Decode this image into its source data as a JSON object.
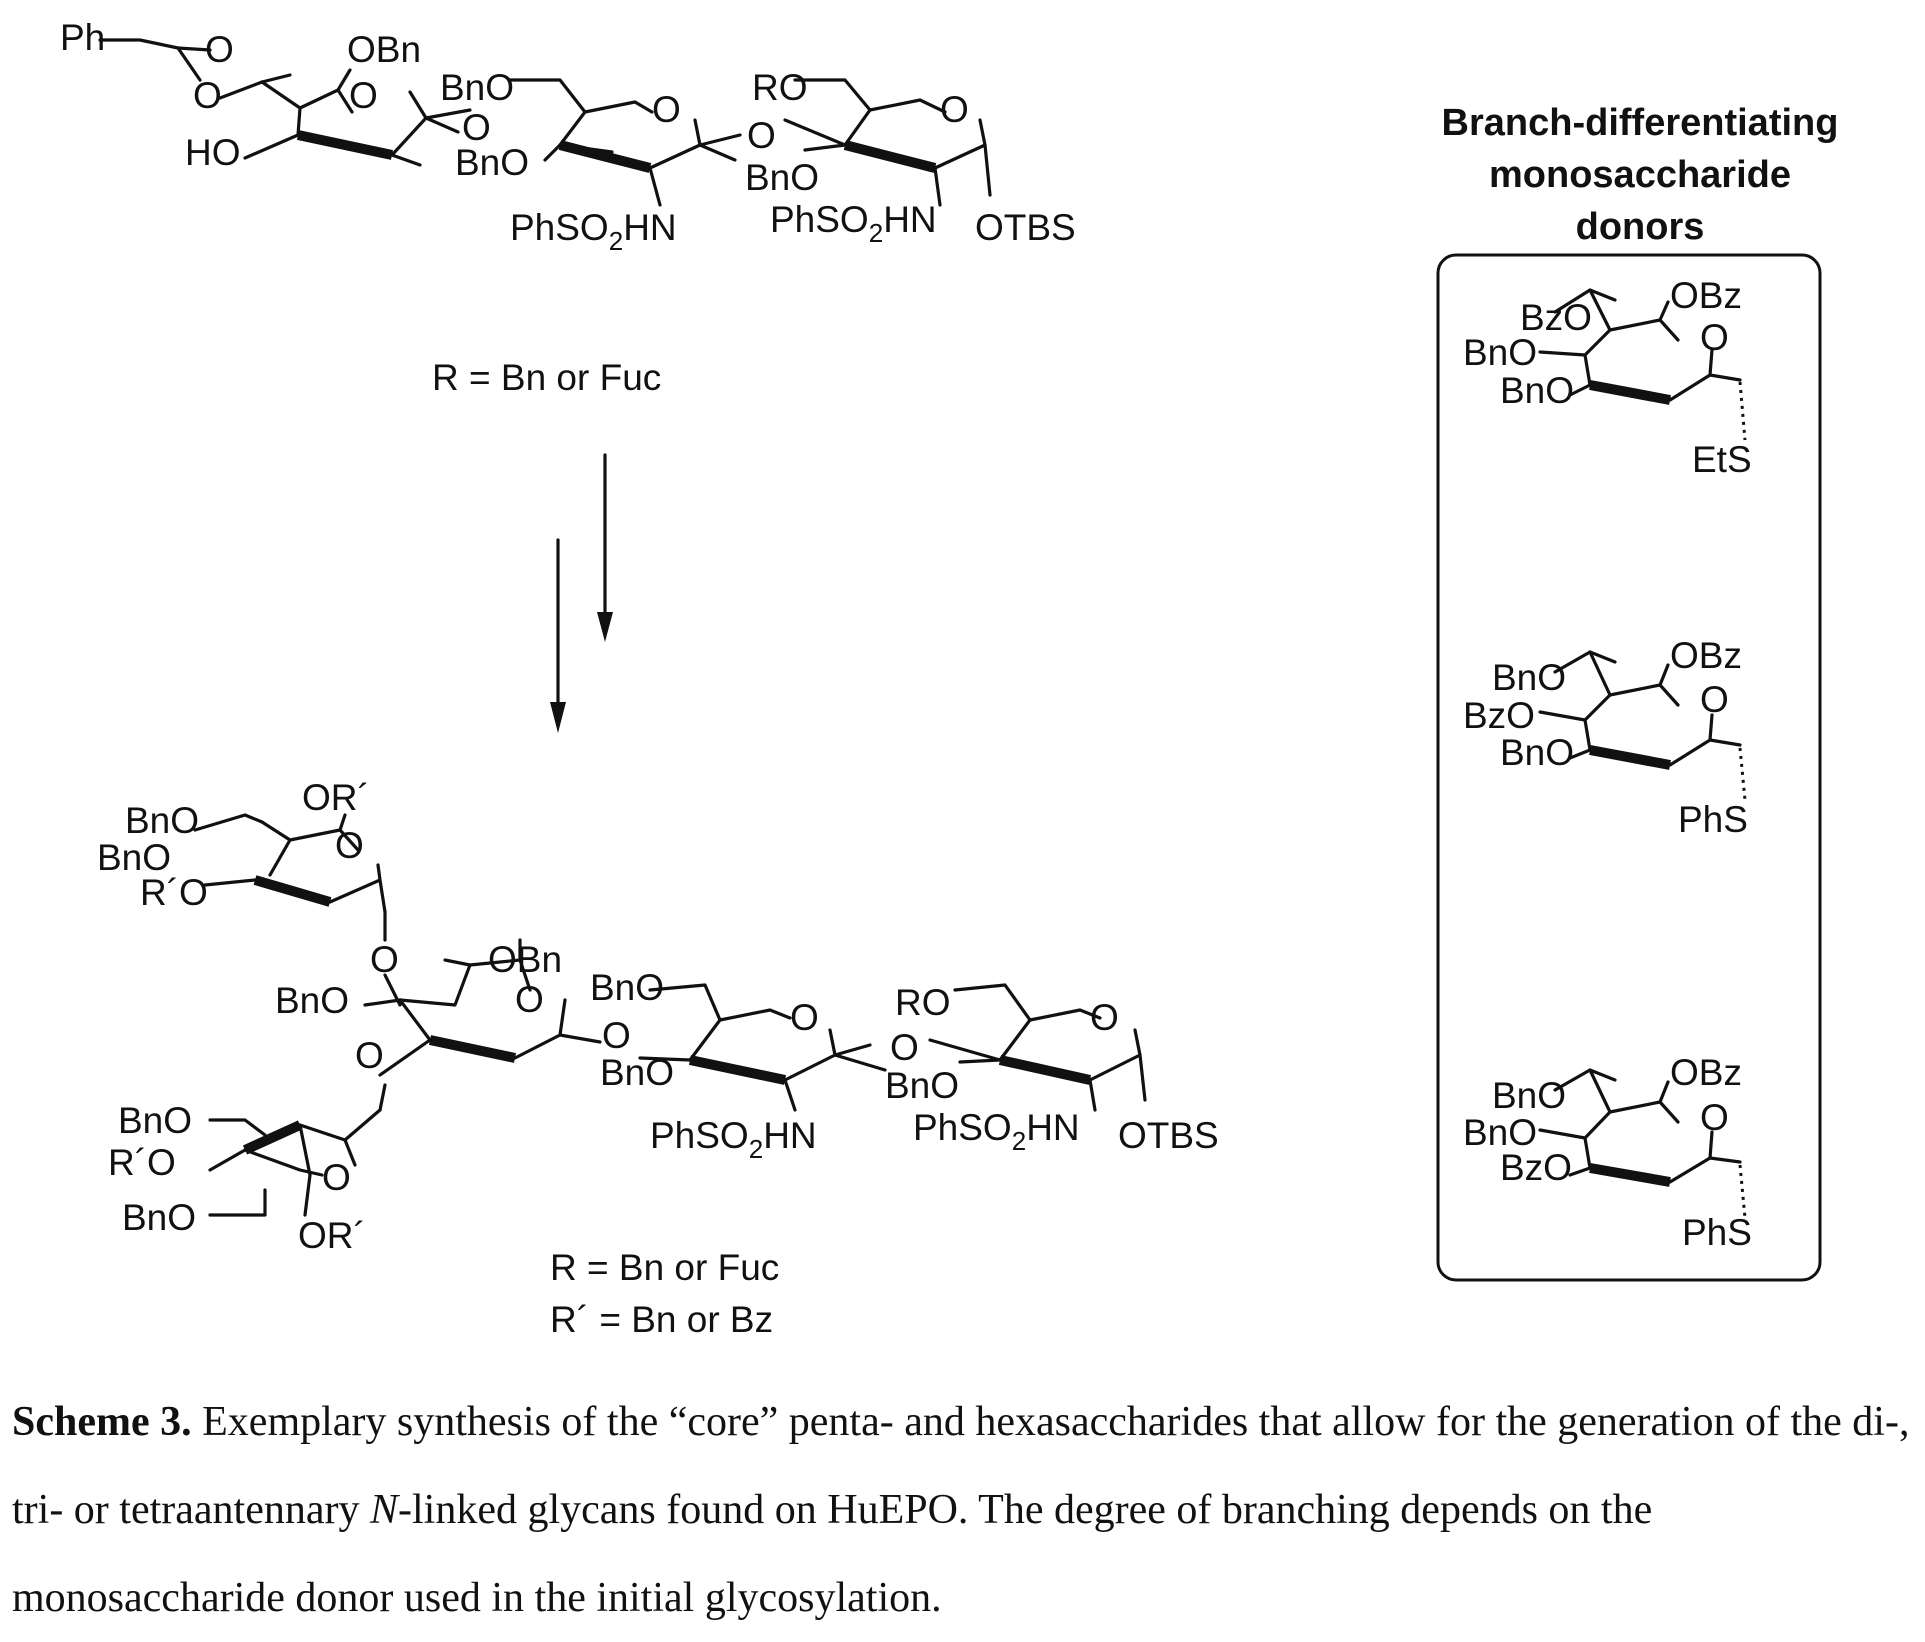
{
  "top_structure": {
    "labels": {
      "ph": "Ph",
      "o_acetal1": "O",
      "o_acetal2": "O",
      "obn_c2": "OBn",
      "o_ring1": "O",
      "ho": "HO",
      "bno_6": "BnO",
      "o_link1": "O",
      "o_ring2": "O",
      "bno_3": "BnO",
      "phso2hn_a": "PhSO",
      "phso2hn_a_tail": "HN",
      "ro": "RO",
      "o_link2": "O",
      "o_ring3": "O",
      "bno_3b": "BnO",
      "phso2hn_b": "PhSO",
      "phso2hn_b_tail": "HN",
      "otbs": "OTBS",
      "sub2": "2"
    },
    "r_def": "R = Bn or Fuc"
  },
  "bottom_structure": {
    "labels": {
      "bno_a": "BnO",
      "bno_b": "BnO",
      "rp_a": "R´O",
      "orp_top": "OR´",
      "o_ring_top": "O",
      "o_link_top": "O",
      "obn_mid": "OBn",
      "bno_mid": "BnO",
      "o_ring_mid": "O",
      "o_link_mid": "O",
      "o_link_low": "O",
      "bno_c": "BnO",
      "o_ring_n1": "O",
      "bno_d": "BnO",
      "phso2hn_c": "PhSO",
      "phso2hn_c_tail": "HN",
      "ro": "RO",
      "o_link_n": "O",
      "o_ring_n2": "O",
      "bno_e": "BnO",
      "phso2hn_d": "PhSO",
      "phso2hn_d_tail": "HN",
      "otbs": "OTBS",
      "bno_f": "BnO",
      "rp_b": "R´O",
      "o_ring_low": "O",
      "bno_g": "BnO",
      "orp_low": "OR´",
      "sub2": "2"
    },
    "r_def": "R = Bn or Fuc",
    "rp_def": "R´ = Bn or Bz"
  },
  "donors_panel": {
    "title_lines": [
      "Branch-differentiating",
      "monosaccharide",
      "donors"
    ],
    "donors": [
      {
        "o6": "BzO",
        "o4": "BnO",
        "o3": "BnO",
        "o2": "OBz",
        "ring_o": "O",
        "leaving": "EtS"
      },
      {
        "o6": "BnO",
        "o4": "BzO",
        "o3": "BnO",
        "o2": "OBz",
        "ring_o": "O",
        "leaving": "PhS"
      },
      {
        "o6": "BnO",
        "o4": "BnO",
        "o3": "BzO",
        "o2": "OBz",
        "ring_o": "O",
        "leaving": "PhS"
      }
    ]
  },
  "caption": {
    "label": "Scheme 3.",
    "text_1": " Exemplary synthesis of the “core” penta- and hexasaccharides that allow for the generation of the di-, tri- or tetraantennary ",
    "italic": "N",
    "text_2": "-linked glycans found on HuEPO.  The degree of branching depends on the monosaccharide donor used in the initial glycosylation."
  }
}
